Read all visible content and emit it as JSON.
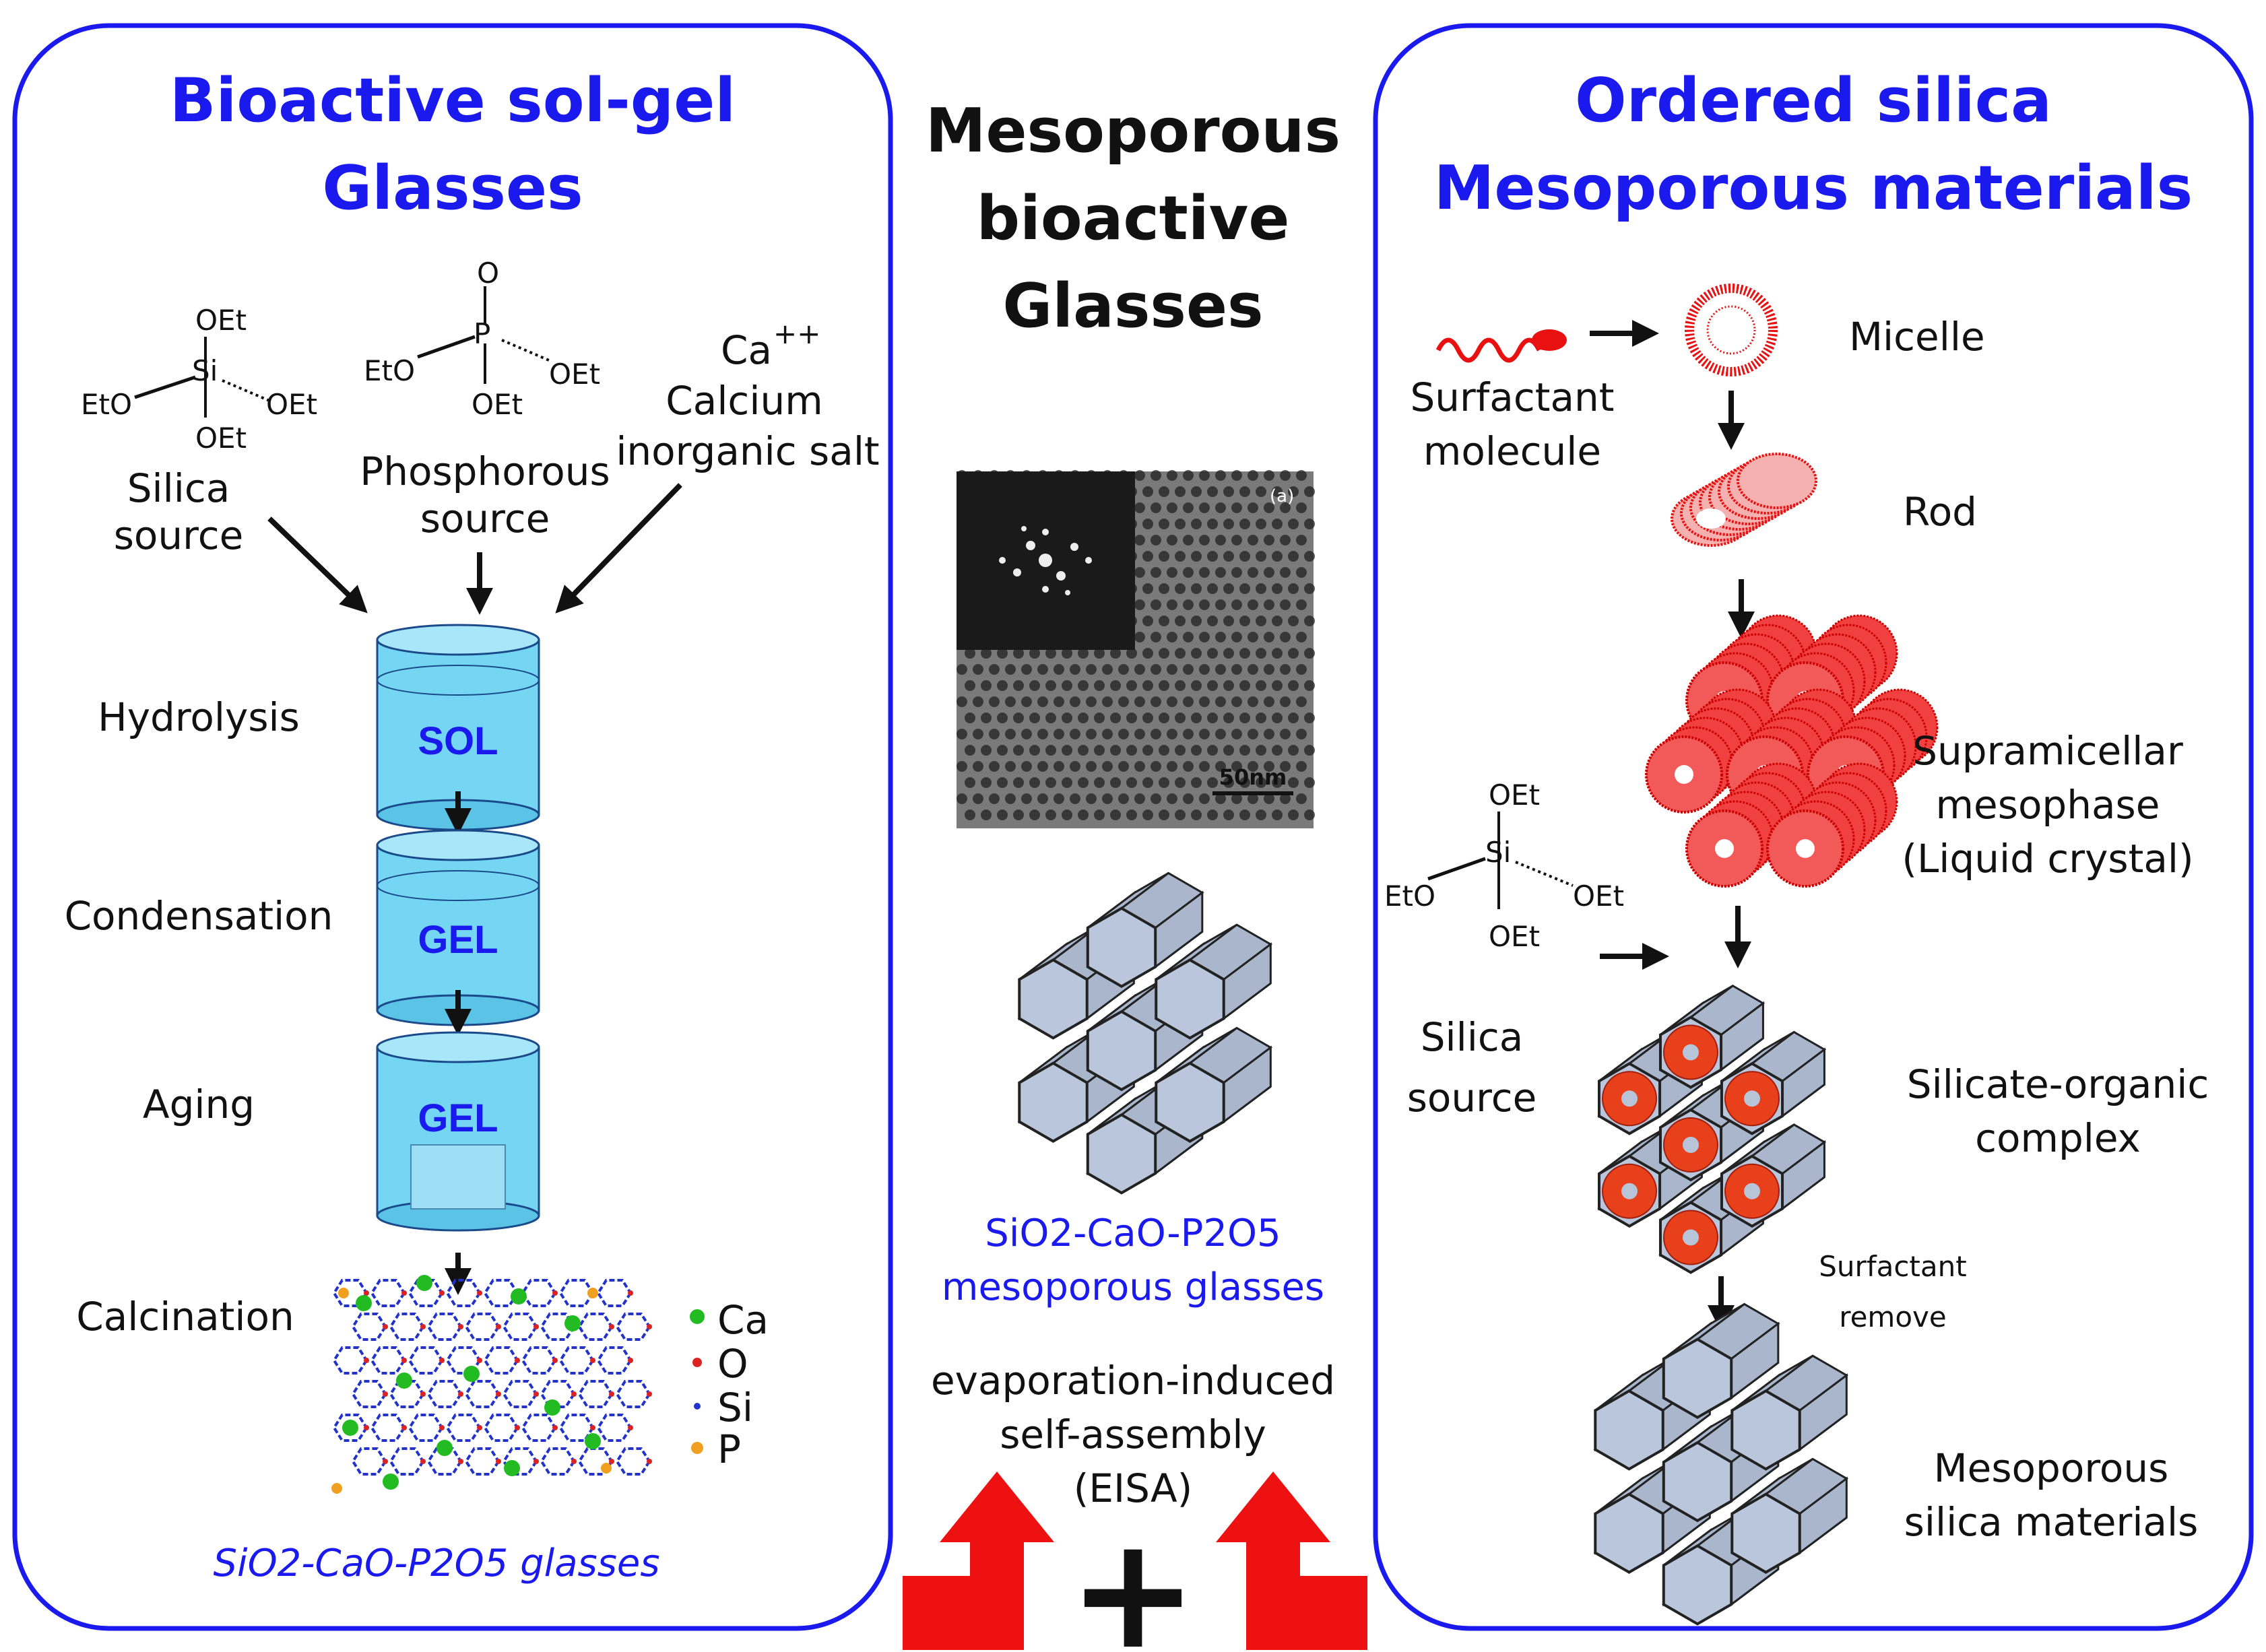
{
  "left": {
    "title_line1": "Bioactive sol-gel",
    "title_line2": "Glasses",
    "silica": {
      "oet_top": "OEt",
      "si": "Si",
      "eto": "EtO",
      "oet_right": "OEt",
      "oet_bottom": "OEt",
      "label1": "Silica",
      "label2": "source"
    },
    "phosphorous": {
      "o": "O",
      "p": "P",
      "eto": "EtO",
      "oet_right": "OEt",
      "oet_bottom": "OEt",
      "label1": "Phosphorous",
      "label2": "source"
    },
    "calcium": {
      "ion": "Ca",
      "charge": "++",
      "label1": "Calcium",
      "label2": "inorganic salt"
    },
    "steps": {
      "hydrolysis": "Hydrolysis",
      "condensation": "Condensation",
      "aging": "Aging",
      "calcination": "Calcination"
    },
    "jars": {
      "sol": "SOL",
      "gel1": "GEL",
      "gel2": "GEL"
    },
    "legend": {
      "ca": "Ca",
      "o": "O",
      "si": "Si",
      "p": "P"
    },
    "caption": "SiO2-CaO-P2O5 glasses"
  },
  "center": {
    "title_line1": "Mesoporous",
    "title_line2": "bioactive",
    "title_line3": "Glasses",
    "tem_label": "(a)",
    "scale_bar": "50nm",
    "caption_line1": "SiO2-CaO-P2O5",
    "caption_line2": "mesoporous glasses",
    "eisa_line1": "evaporation-induced",
    "eisa_line2": "self-assembly",
    "eisa_line3": "(EISA)",
    "plus": "+"
  },
  "right": {
    "title_line1": "Ordered silica",
    "title_line2": "Mesoporous materials",
    "surfactant_line1": "Surfactant",
    "surfactant_line2": "molecule",
    "micelle": "Micelle",
    "rod": "Rod",
    "supra_line1": "Supramicellar",
    "supra_line2": "mesophase",
    "supra_line3": "(Liquid crystal)",
    "silica": {
      "oet_top": "OEt",
      "si": "Si",
      "eto": "EtO",
      "oet_right": "OEt",
      "oet_bottom": "OEt",
      "label1": "Silica",
      "label2": "source"
    },
    "complex_line1": "Silicate-organic",
    "complex_line2": "complex",
    "remove_line1": "Surfactant",
    "remove_line2": "remove",
    "meso_line1": "Mesoporous",
    "meso_line2": "silica materials"
  },
  "colors": {
    "title_blue": "#1a1aee",
    "panel_border": "#1a1aee",
    "jar_fill": "#74d6f3",
    "surfactant_red": "#e81010",
    "arrow_red": "#ee1111",
    "hex_fill": "#b9c6db",
    "ca_green": "#22bb22",
    "o_red": "#dd2222",
    "si_blue": "#2233cc",
    "p_orange": "#f0a020"
  }
}
